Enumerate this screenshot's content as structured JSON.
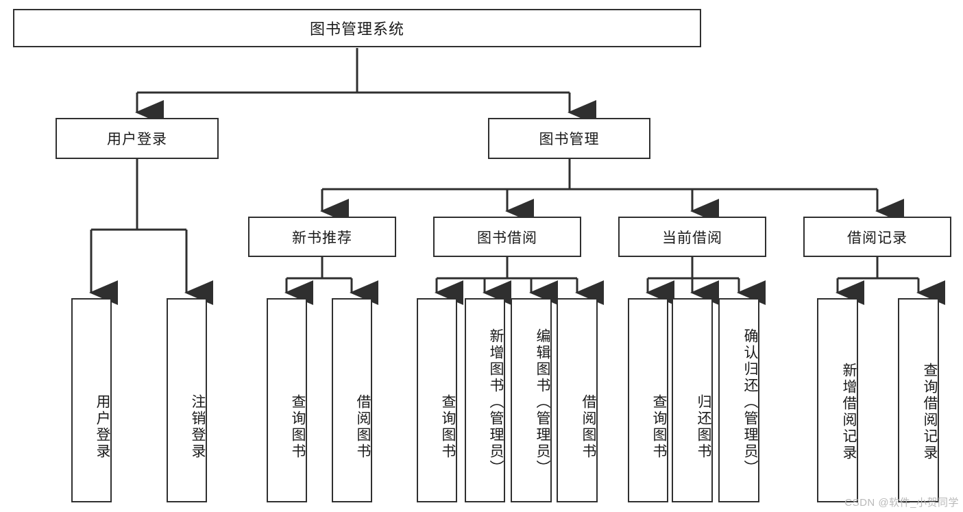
{
  "diagram": {
    "type": "hierarchy-tree",
    "title": "图书管理系统",
    "watermark": "CSDN @软件_小贺同学",
    "colors": {
      "stroke": "#2f2f2f",
      "fill": "#ffffff",
      "text": "#1a1a1a",
      "watermark": "#b9b9b9"
    },
    "root": {
      "label": "图书管理系统"
    },
    "level2": [
      {
        "label": "用户登录"
      },
      {
        "label": "图书管理"
      }
    ],
    "level3": [
      {
        "label": "新书推荐"
      },
      {
        "label": "图书借阅"
      },
      {
        "label": "当前借阅"
      },
      {
        "label": "借阅记录"
      }
    ],
    "leaves_user_login": [
      {
        "label": "用户登录"
      },
      {
        "label": "注销登录"
      }
    ],
    "leaves_new_books": [
      {
        "label": "查询图书"
      },
      {
        "label": "借阅图书"
      }
    ],
    "leaves_borrow": [
      {
        "label": "查询图书"
      },
      {
        "label": "新增图书（管理员）"
      },
      {
        "label": "编辑图书（管理员）"
      },
      {
        "label": "借阅图书"
      }
    ],
    "leaves_current": [
      {
        "label": "查询图书"
      },
      {
        "label": "归还图书"
      },
      {
        "label": "确认归还（管理员）"
      }
    ],
    "leaves_records": [
      {
        "label": "新增借阅记录"
      },
      {
        "label": "查询借阅记录"
      }
    ]
  }
}
